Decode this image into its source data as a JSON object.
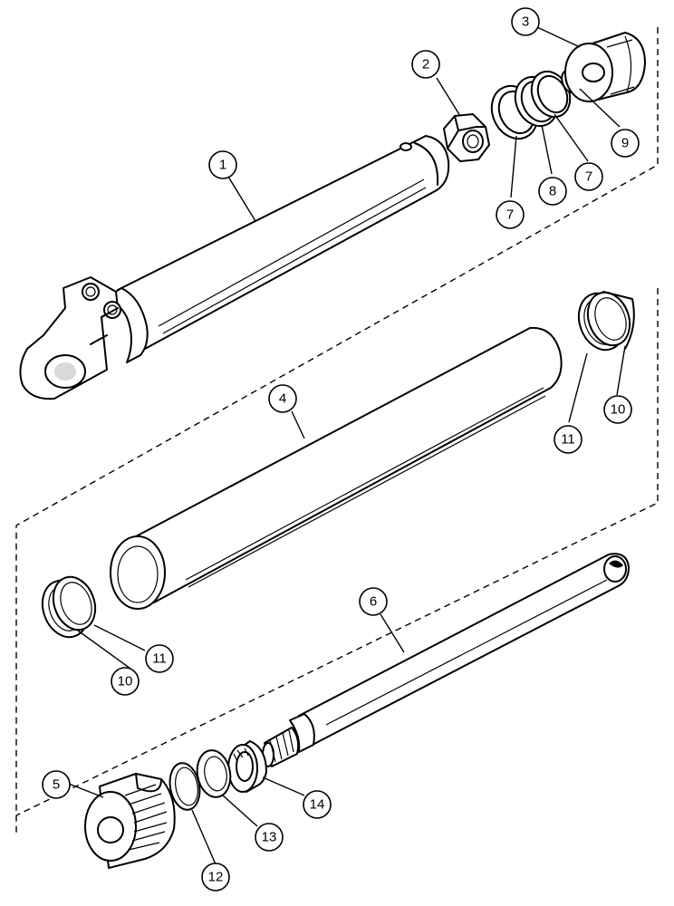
{
  "callouts": [
    {
      "id": "c1",
      "label": "1"
    },
    {
      "id": "c2",
      "label": "2"
    },
    {
      "id": "c3",
      "label": "3"
    },
    {
      "id": "c4",
      "label": "4"
    },
    {
      "id": "c5",
      "label": "5"
    },
    {
      "id": "c6",
      "label": "6"
    },
    {
      "id": "c7a",
      "label": "7"
    },
    {
      "id": "c7b",
      "label": "7"
    },
    {
      "id": "c8",
      "label": "8"
    },
    {
      "id": "c9",
      "label": "9"
    },
    {
      "id": "c10a",
      "label": "10"
    },
    {
      "id": "c10b",
      "label": "10"
    },
    {
      "id": "c11a",
      "label": "11"
    },
    {
      "id": "c11b",
      "label": "11"
    },
    {
      "id": "c12",
      "label": "12"
    },
    {
      "id": "c13",
      "label": "13"
    },
    {
      "id": "c14",
      "label": "14"
    }
  ]
}
